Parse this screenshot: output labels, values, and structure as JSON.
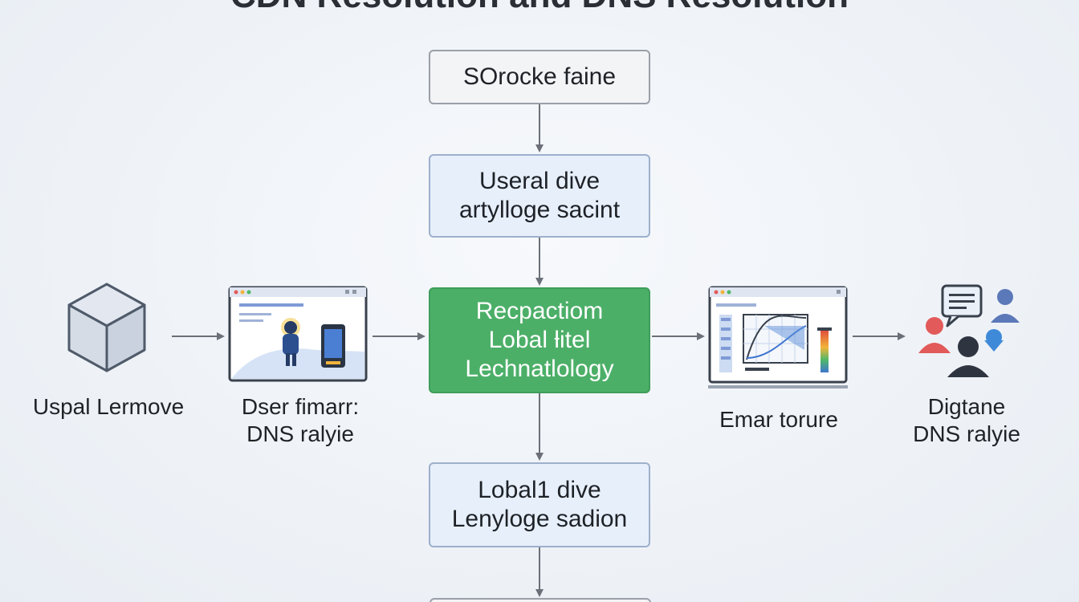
{
  "title": "CDN Resolution and DNS Resolution",
  "nodes": {
    "top": {
      "label": "SOrocke faine"
    },
    "second": {
      "lines": [
        "Useral dive",
        "artylloge sacint"
      ]
    },
    "center": {
      "lines": [
        "Recpactiom",
        "Lobal ƚitel",
        "Lechnatlology"
      ]
    },
    "bottom": {
      "lines": [
        "Lobal1 dive",
        "Lenyloge sadion"
      ]
    },
    "left_cube": {
      "caption": "Uspal Lermove"
    },
    "left_browser": {
      "lines": [
        "Dser fimarr:",
        "DNS ralyie"
      ]
    },
    "right_browser": {
      "caption": "Emar torure"
    },
    "right_users": {
      "lines": [
        "Digtane",
        "DNS ralyie"
      ]
    }
  },
  "icons": {
    "cube": "cube-icon",
    "browser_left": "browser-window-icon",
    "browser_right": "analytics-window-icon",
    "users": "users-group-icon"
  },
  "colors": {
    "green": "#4caf68",
    "blue_box": "#e7effb",
    "arrow": "#6b7078"
  }
}
